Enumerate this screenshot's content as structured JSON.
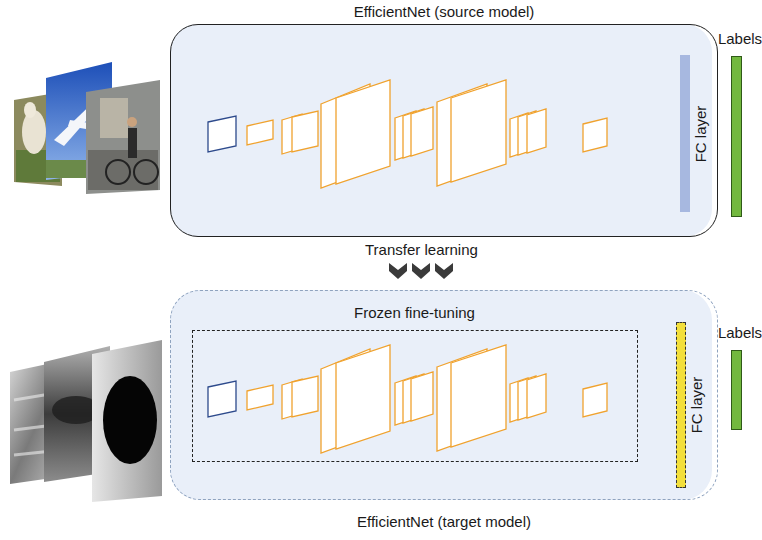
{
  "diagram": {
    "nodes": [
      {
        "text": [
          "EfficientNet (source model)"
        ]
      },
      {
        "text": [
          "FC layer"
        ],
        "in": 0
      },
      {
        "text": [
          "Labels"
        ]
      },
      {
        "text": [
          "EfficientNet (target model)"
        ]
      },
      {
        "text": [
          "Frozen fine-tuning"
        ],
        "in": 3
      },
      {
        "text": [
          "FC layer"
        ],
        "in": 3
      },
      {
        "text": [
          "Labels"
        ]
      }
    ],
    "labels": [
      "Transfer learning"
    ]
  }
}
